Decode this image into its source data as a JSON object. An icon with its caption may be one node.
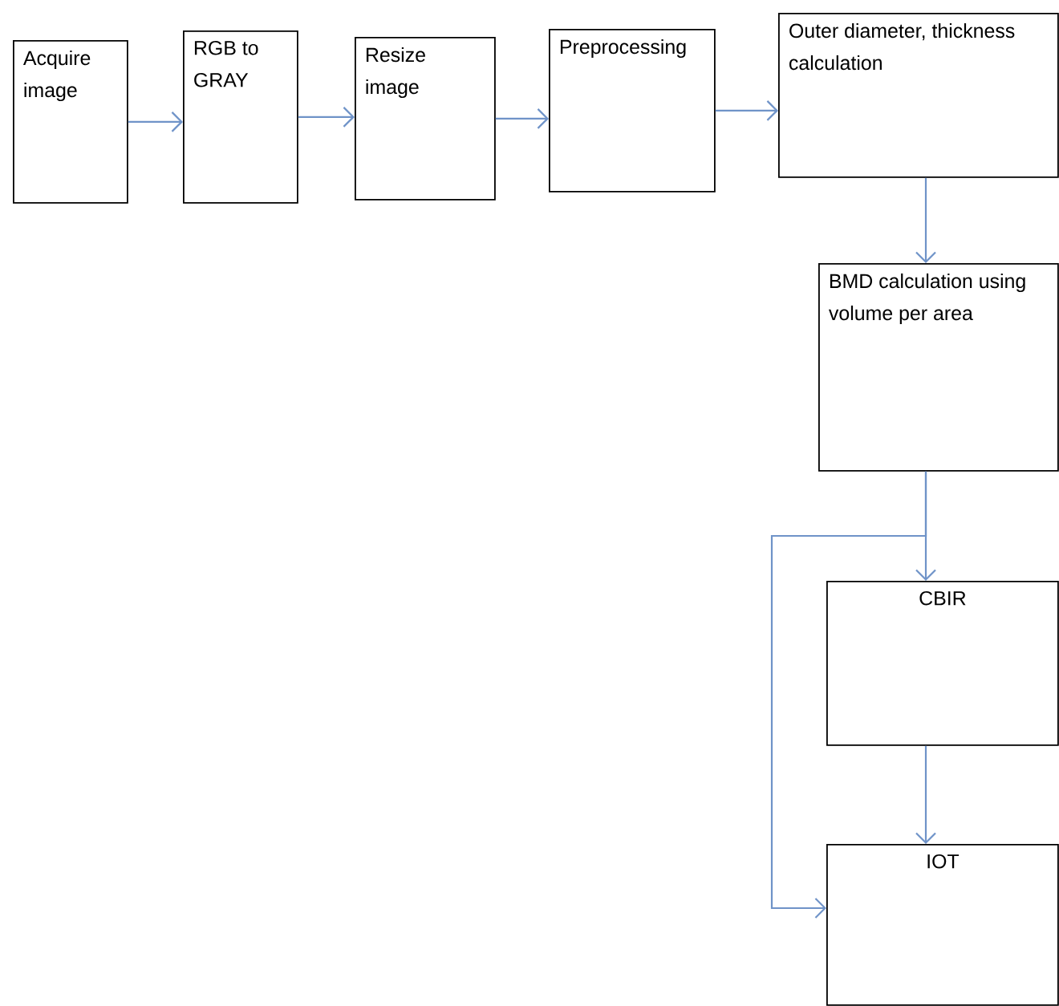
{
  "diagram": {
    "nodes": [
      {
        "text": [
          "Acquire image"
        ]
      },
      {
        "text": [
          "RGB to GRAY"
        ]
      },
      {
        "text": [
          "Resize image"
        ]
      },
      {
        "text": [
          "Preprocessing"
        ]
      },
      {
        "text": [
          "Outer diameter, thickness calculation"
        ]
      },
      {
        "text": [
          "BMD calculation using volume per area"
        ]
      },
      {
        "text": [
          "CBIR"
        ]
      },
      {
        "text": [
          "IOT"
        ]
      }
    ],
    "edges": [
      {
        "from": 0,
        "to": 1,
        "arrow": "to"
      },
      {
        "from": 1,
        "to": 2,
        "arrow": "to"
      },
      {
        "from": 2,
        "to": 3,
        "arrow": "to"
      },
      {
        "from": 3,
        "to": 4,
        "arrow": "to"
      },
      {
        "from": 4,
        "to": 5,
        "arrow": "to"
      },
      {
        "from": 5,
        "to": 6,
        "arrow": "to"
      },
      {
        "from": 6,
        "to": 7,
        "arrow": "to"
      },
      {
        "from": 5,
        "to": 7,
        "arrow": "to"
      }
    ]
  }
}
